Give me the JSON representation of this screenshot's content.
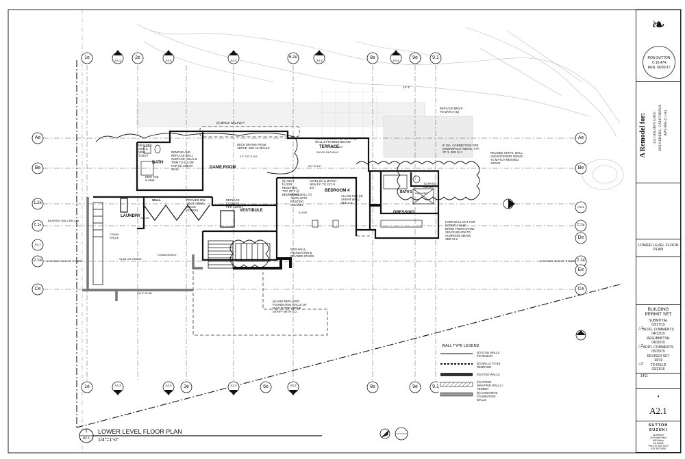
{
  "grid": {
    "top_labels": [
      "1e",
      "A4.2",
      "2e",
      "A4.4",
      "A4.4",
      "6.2e",
      "A3.2",
      "8e",
      "A4.4",
      "9e",
      "9.1"
    ],
    "bottom_labels": [
      "1e",
      "A4.2",
      "A4.4",
      "3e",
      "A4.4",
      "6e",
      "A3.2",
      "8e",
      "9e",
      "9.1"
    ],
    "left_labels": [
      "Ae",
      "Be",
      "1.2e",
      "C.1e",
      "A3.1",
      "2.1e",
      "Ce"
    ],
    "right_labels": [
      "Ae",
      "Be",
      "A3.1",
      "C.1e",
      "De",
      "2.1e",
      "Ee",
      "Ce"
    ]
  },
  "rooms": {
    "game_room": "GAME ROOM",
    "bath": "BATH",
    "laundry": "LAUNDRY",
    "vestibule": "VESTIBULE",
    "terrace": "TERRACE",
    "wood_decking": "WOOD DECKING",
    "bedroom4": "BEDROOM 4",
    "bath5": "BATH 5",
    "dressing": "DRESSING",
    "crawl_space": "CRAWL SPACE",
    "crawlspace": "CRAWLSPACE",
    "slab_on_grade": "SLAB ON GRADE",
    "shower": "SHOWER",
    "wall": "WALL",
    "shlvs": "SHLVS",
    "align": "ALIGN"
  },
  "notes": {
    "brick_walkway": "(E) BRICK WALKWAY",
    "replace_brick": "REPLACE BRICK TO MATCH (E)",
    "replace_terrace": "REPLACE EXISTING TERRACE WALL & FRAMING BELOW",
    "deck_drains": "DECK DRAINS FROM ABOVE, SEE A5.3D/A6.8",
    "remove_replace": "REMOVE AND REPLACE WALL SURFACE, SILLS & TRIM TO ALLOW FOR (N) SHEAR WALL",
    "new_ped": "NEW PED. SINK & NEW TOILET",
    "new_tub": "NEW TUB & SINK",
    "provide_mw": "PROVIDE MW. 18x24 CRAWL SPACE ACCESS",
    "replace_closets": "REPLACE CLOSETS PER CLIENT",
    "move_wall": "MOVE WALL TO ALIGN WITH EXISTING COLUMN",
    "allow_for": "ALLOW FOR (N) SHEAR WALL, SEE S.D.",
    "new_wall_foundation": "NEW WALL, FOUNDATION & REVISED STAIRS",
    "replaced_foundation": "(E) AND REPLACED FOUNDATION WALLS OF MAIN FLOOR ABOVE, VERIFY WITH S.D.",
    "revised_steps": "REVISED STEPS, WALL AND EXTERIOR SIDING TO MATCH REVISED ABOVE",
    "dia_connection": "8\" DIA. CONNECTION FOR DOWNSPOUT ABOVE, TYP. OF 3, SEE S1.1",
    "furr_wall": "FURR WALL OUT FOR MOTOR CHASE - BRING FROM CRAWL SPACE BELOW TO SUNROOM ABOVE, SEE A2.2",
    "interior_stairs": "INTERIOR SIDE OF STAIRS",
    "bearing_wall": "BEARING WALL BELOW",
    "slab": "(N) 5\" SLAB",
    "heat_register": "(N) HEAT FLOOR REGISTER, TYP. OF 3 @ BEDROOM 4",
    "level": "LEVEL (E) & MATCH NEW F.F. TO 237'-8 3/4\"",
    "to_patio": "TO PATIO ABOVE",
    "dim_top": "13'-1\"",
    "ff1": "F.F. 237'-8 3/4\"",
    "ff2": "237'-8 1/2\"",
    "ff3": "237'-8 1/2\""
  },
  "legend": {
    "title": "WALL TYPE LEGEND",
    "items": [
      "(E) STUD WALLS TO REMAIN",
      "(E) WALLS TO BE REMOVED",
      "(N) STUD WALLS",
      "(N) STONE WRAPPED WALLS / VENEER",
      "(E) CONCRETE FOUNDATION WALLS"
    ]
  },
  "plan_title": {
    "number": "1",
    "sheet_ref": "A2.1",
    "title": "LOWER LEVEL FLOOR PLAN",
    "scale": "1/4\"=1'-0\""
  },
  "title_block": {
    "stamp_lines": [
      "RON SUTTON",
      "C 16,474",
      "REN. 06/30/17"
    ],
    "remodel": "A Remodel for:",
    "address": [
      "324 GOLDEN GATE",
      "BELVEDERE, CALIFORNIA",
      "APN 060-211-04"
    ],
    "sheet_name": "LOWER LEVEL FLOOR PLAN",
    "set_title": "BUILDING PERMIT SET",
    "revisions": [
      {
        "mark": "",
        "label": "SUBMITTAL",
        "date": "03/17/15"
      },
      {
        "mark": "1",
        "label": "BLDG. COMMENTS",
        "date": "04/13/15"
      },
      {
        "mark": "",
        "label": "RESUBMITTAL",
        "date": "04/30/15"
      },
      {
        "mark": "2",
        "label": "ADD'L COMMENTS",
        "date": "05/15/15"
      },
      {
        "mark": "",
        "label": "REVISED SET",
        "date": "10/16"
      },
      {
        "mark": "3",
        "label": "TO FIELD",
        "date": "02/11/16"
      }
    ],
    "job_no": "1411",
    "sheet_number": "A2.1",
    "firm": [
      "SUTTON",
      "SUZUKI"
    ],
    "firm_info": [
      "Architects",
      "20 Portal Place",
      "Mill Valley",
      "CA 94941",
      "Fax 415 383 3430",
      "415 383 3900"
    ]
  }
}
